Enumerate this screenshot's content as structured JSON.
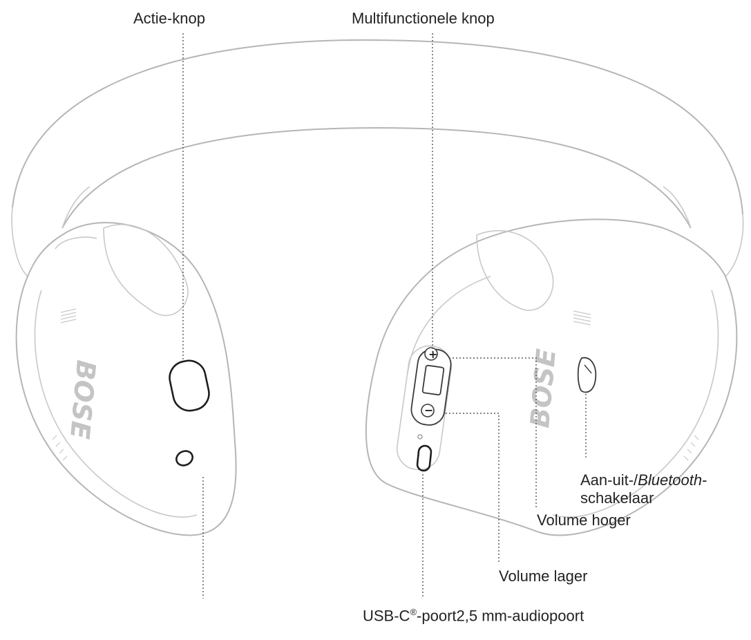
{
  "labels": {
    "action_button": "Actie-knop",
    "multifunction_button": "Multifunctionele knop",
    "power_bluetooth_prefix": "Aan-uit-/",
    "power_bluetooth_italic": "Bluetooth",
    "power_bluetooth_suffix": "-",
    "power_bluetooth_line2": "schakelaar",
    "volume_up": "Volume hoger",
    "volume_down": "Volume lager",
    "usb_port_prefix": "USB-C",
    "usb_port_mark": "®",
    "usb_port_suffix": "-poort",
    "audio_port": "2,5 mm-audiopoort"
  },
  "brand": {
    "left_earcup": "BOSE",
    "right_earcup": "BOSE"
  },
  "button_glyphs": {
    "plus": "+",
    "minus": "−"
  },
  "colors": {
    "outline": "#b5b5b5",
    "control": "#1e1e1e",
    "text": "#222222"
  }
}
